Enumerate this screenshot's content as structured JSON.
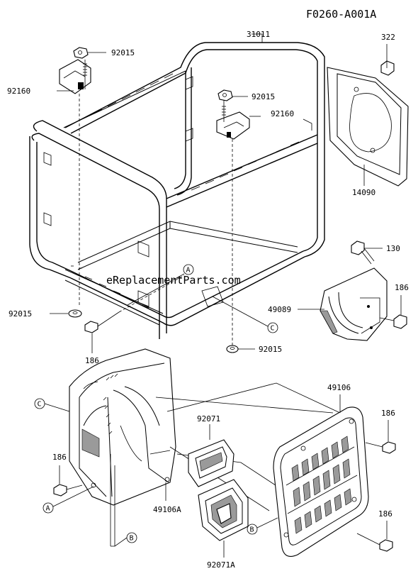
{
  "figure_code": "F0260-A001A",
  "watermark": "eReplacementParts.com",
  "callout_labels": {
    "frame": "31011",
    "cap_nut": "322",
    "nut_upper_left": "92015",
    "mount_upper_left": "92160",
    "nut_upper_mid": "92015",
    "mount_upper_mid": "92160",
    "muffler_cover": "14090",
    "bolt_right": "130",
    "bolt_186_right_upper": "186",
    "bracket_right": "49089",
    "nut_lower_left": "92015",
    "bolt_186_lower_left": "186",
    "nut_lower_mid": "92015",
    "panel": "49106",
    "bolt_186_panel_top": "186",
    "bolt_186_left_housing": "186",
    "grommet": "92071",
    "housing": "49106A",
    "grommet_lower": "92071A",
    "bolt_186_panel_bottom": "186"
  },
  "ref_letters": {
    "a_upper": "A",
    "c_upper": "C",
    "c_left": "C",
    "a_left": "A",
    "b_lower": "B",
    "b_panel": "B"
  }
}
